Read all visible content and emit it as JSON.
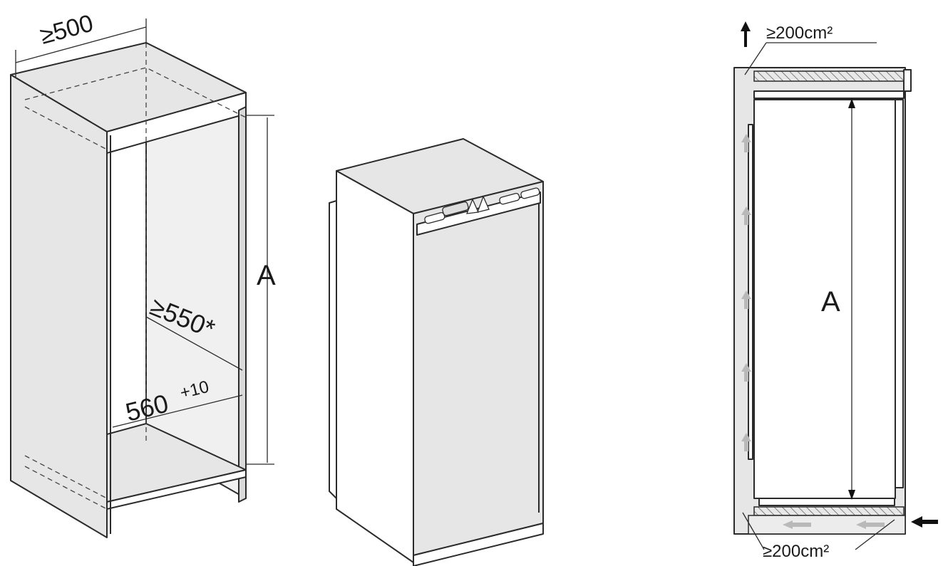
{
  "niche": {
    "width_label": "≥500",
    "depth_label": "≥550*",
    "opening_label": "560",
    "opening_tolerance": "+10",
    "height_label": "A"
  },
  "section": {
    "vent_top_label": "≥200cm²",
    "vent_bottom_label": "≥200cm²",
    "height_label": "A"
  }
}
